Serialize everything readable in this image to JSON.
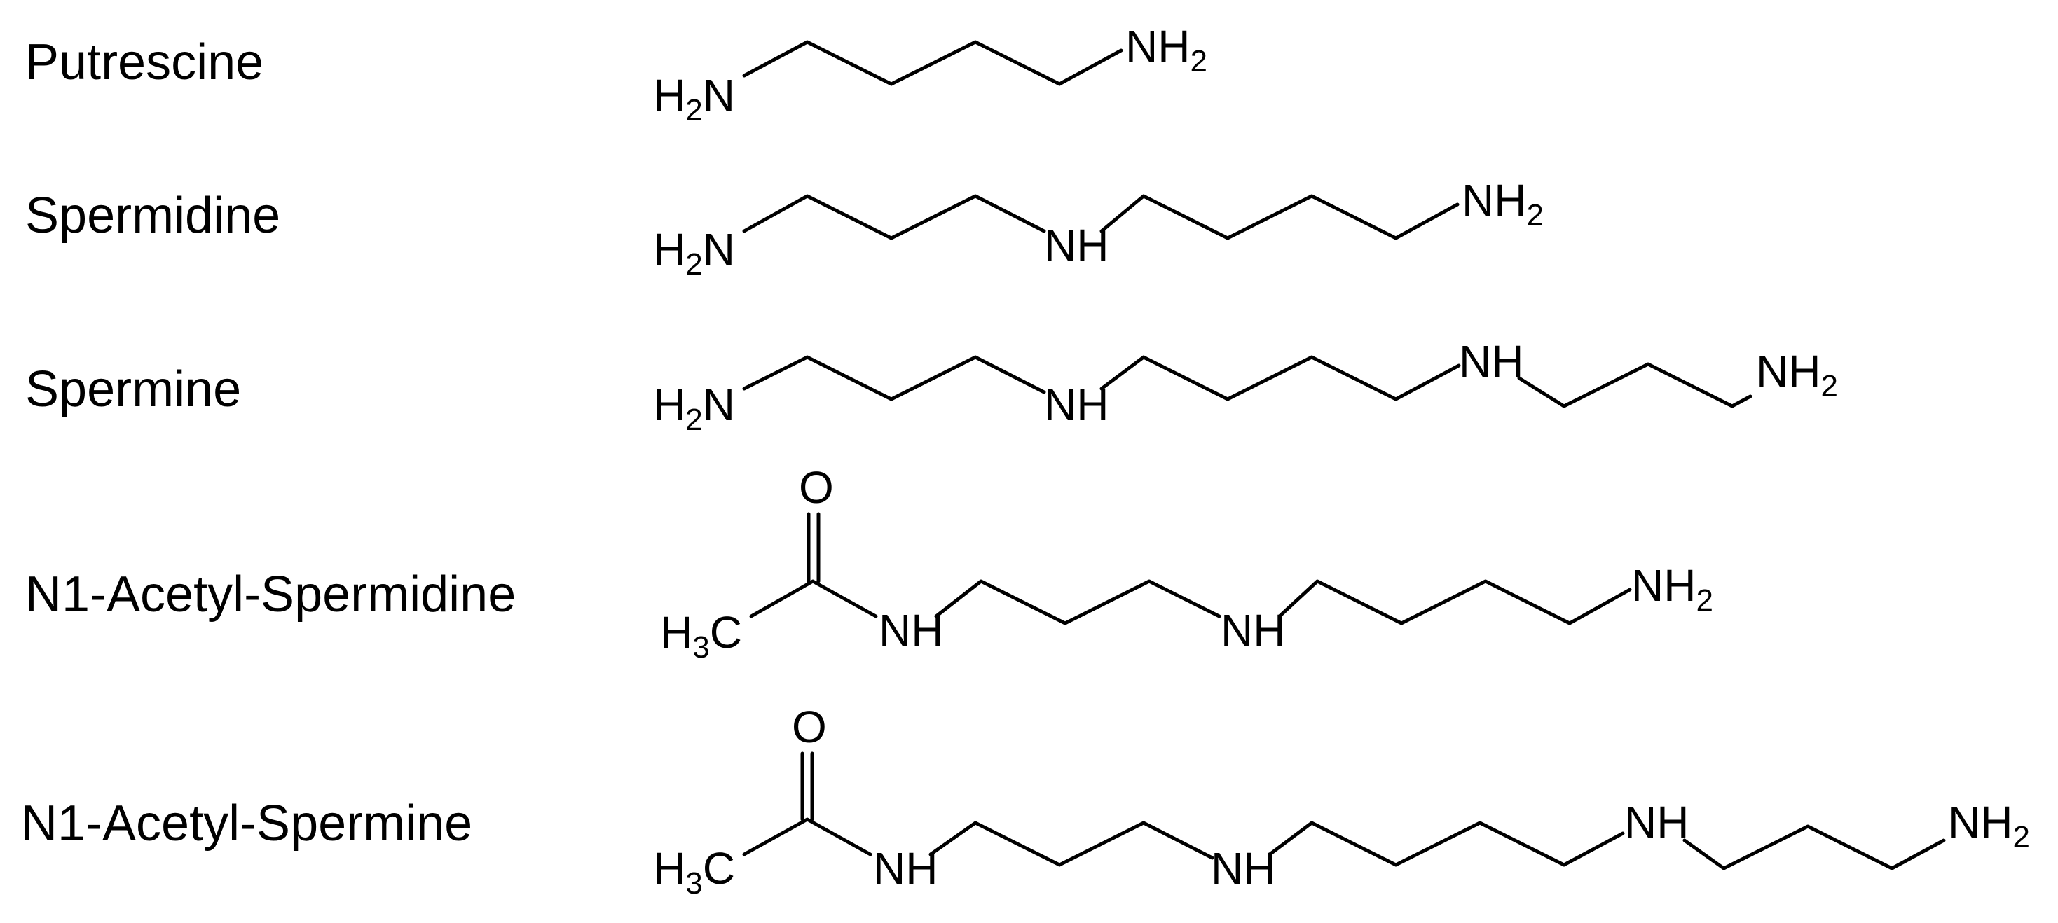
{
  "compounds": [
    {
      "name": "Putrescine",
      "groups": {
        "left": "H2N",
        "right": "NH2"
      }
    },
    {
      "name": "Spermidine",
      "groups": {
        "left": "H2N",
        "mid": "NH",
        "right": "NH2"
      }
    },
    {
      "name": "Spermine",
      "groups": {
        "left": "H2N",
        "mid1": "NH",
        "mid2": "NH",
        "right": "NH2"
      }
    },
    {
      "name": "N1-Acetyl-Spermidine",
      "groups": {
        "methyl": "H3C",
        "carbonyl_o": "O",
        "amide": "NH",
        "mid": "NH",
        "right": "NH2"
      }
    },
    {
      "name": "N1-Acetyl-Spermine",
      "groups": {
        "methyl": "H3C",
        "carbonyl_o": "O",
        "amide": "NH",
        "mid1": "NH",
        "mid2": "NH",
        "right": "NH2"
      }
    }
  ]
}
